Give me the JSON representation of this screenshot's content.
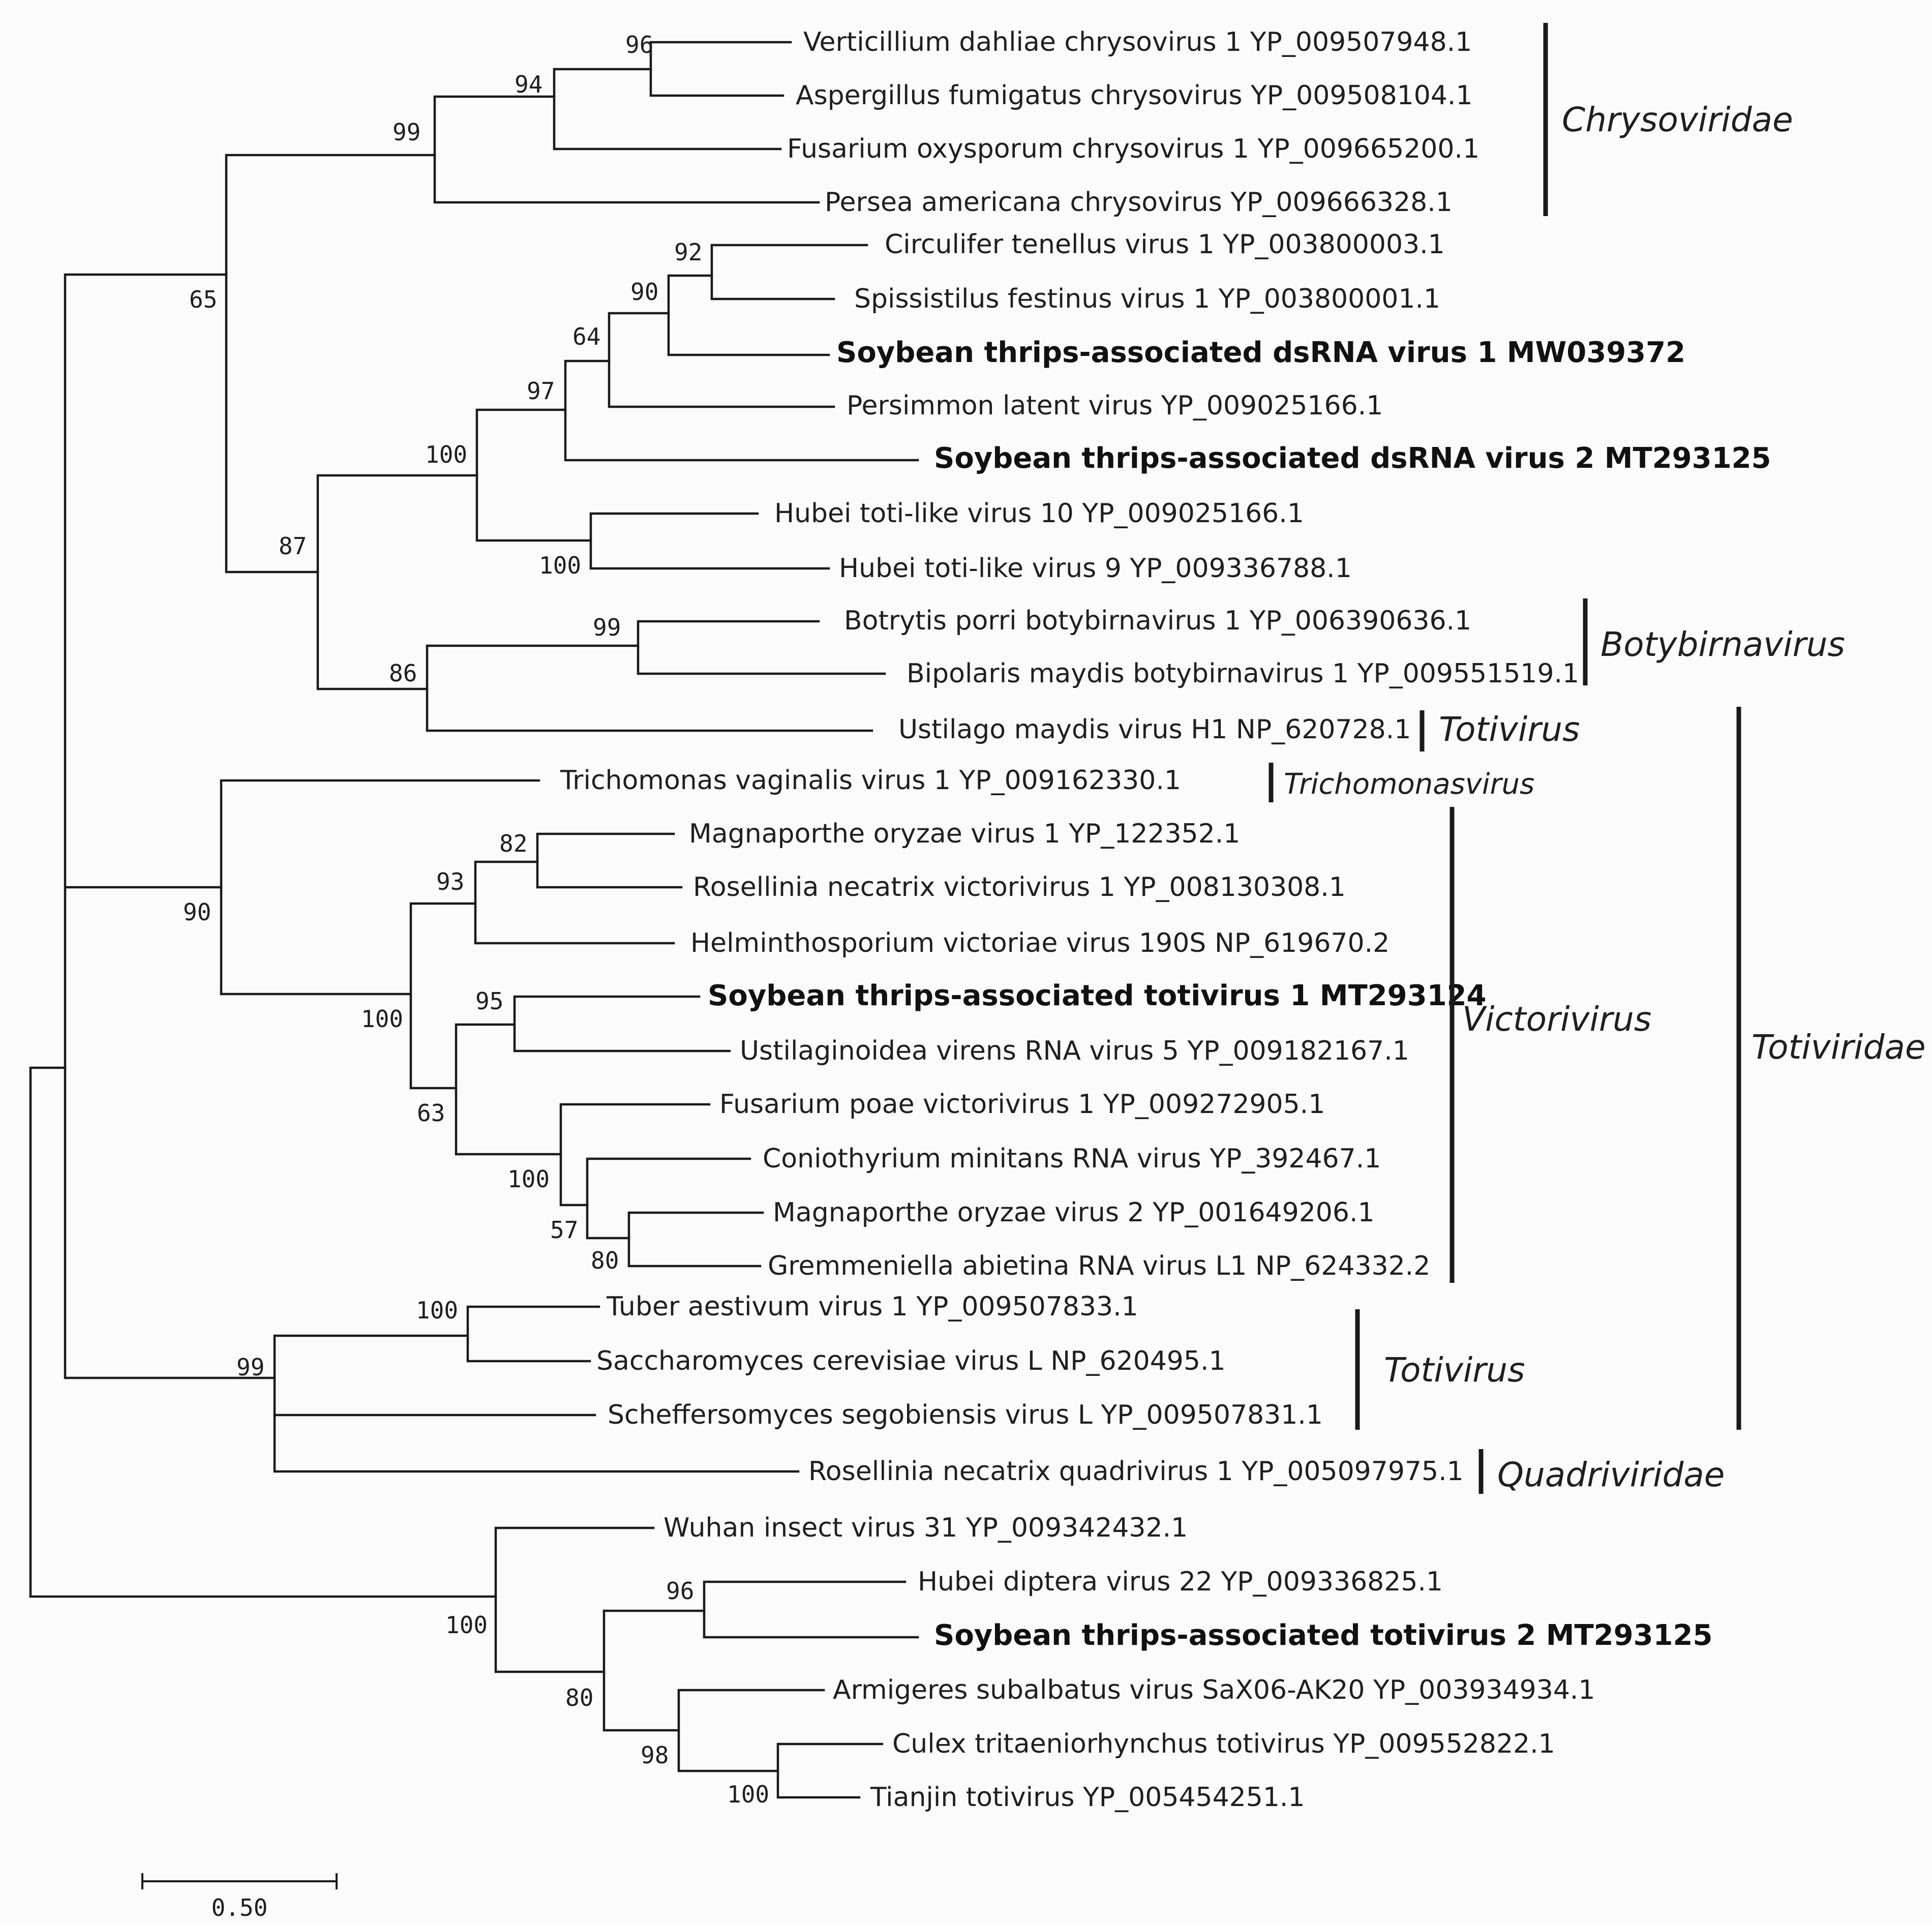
{
  "tree": {
    "taxa": {
      "t1": "Verticillium dahliae chrysovirus 1 YP_009507948.1",
      "t2": "Aspergillus fumigatus chrysovirus YP_009508104.1",
      "t3": "Fusarium oxysporum chrysovirus 1 YP_009665200.1",
      "t4": "Persea americana chrysovirus YP_009666328.1",
      "t5": "Circulifer tenellus virus 1 YP_003800003.1",
      "t6": "Spissistilus festinus virus 1 YP_003800001.1",
      "t7": "Soybean thrips-associated dsRNA virus 1 MW039372",
      "t8": "Persimmon latent virus YP_009025166.1",
      "t9": "Soybean thrips-associated dsRNA virus 2 MT293125",
      "t10": "Hubei toti-like virus 10 YP_009025166.1",
      "t11": "Hubei toti-like virus 9 YP_009336788.1",
      "t12": "Botrytis porri botybirnavirus 1 YP_006390636.1",
      "t13": "Bipolaris maydis botybirnavirus 1 YP_009551519.1",
      "t14": "Ustilago maydis virus H1 NP_620728.1",
      "t15": "Trichomonas vaginalis virus 1 YP_009162330.1",
      "t16": "Magnaporthe oryzae virus 1 YP_122352.1",
      "t17": "Rosellinia necatrix victorivirus 1 YP_008130308.1",
      "t18": "Helminthosporium victoriae virus 190S NP_619670.2",
      "t19": "Soybean thrips-associated totivirus 1 MT293124",
      "t20": "Ustilaginoidea virens RNA virus 5 YP_009182167.1",
      "t21": "Fusarium poae victorivirus 1 YP_009272905.1",
      "t22": "Coniothyrium minitans RNA virus YP_392467.1",
      "t23": "Magnaporthe oryzae virus 2 YP_001649206.1",
      "t24": "Gremmeniella abietina RNA virus L1 NP_624332.2",
      "t25": "Tuber aestivum virus 1 YP_009507833.1",
      "t26": "Saccharomyces cerevisiae virus L NP_620495.1",
      "t27": "Scheffersomyces segobiensis virus L YP_009507831.1",
      "t28": "Rosellinia necatrix quadrivirus 1 YP_005097975.1",
      "t29": "Wuhan insect virus 31 YP_009342432.1",
      "t30": "Hubei diptera virus 22 YP_009336825.1",
      "t31": "Soybean thrips-associated totivirus 2 MT293125",
      "t32": "Armigeres subalbatus virus SaX06-AK20 YP_003934934.1",
      "t33": "Culex tritaeniorhynchus totivirus YP_009552822.1",
      "t34": "Tianjin totivirus YP_005454251.1"
    },
    "highlighted_taxa": [
      "t7",
      "t9",
      "t19",
      "t31"
    ],
    "support": {
      "s96a": "96",
      "s94": "94",
      "s99a": "99",
      "s65": "65",
      "s92": "92",
      "s90a": "90",
      "s64": "64",
      "s97": "97",
      "s100a": "100",
      "s87": "87",
      "s100b": "100",
      "s99b": "99",
      "s86": "86",
      "s82": "82",
      "s93": "93",
      "s90b": "90",
      "s95": "95",
      "s100c": "100",
      "s63": "63",
      "s100d": "100",
      "s57": "57",
      "s80a": "80",
      "s100e": "100",
      "s99c": "99",
      "s100f": "100",
      "s96b": "96",
      "s80b": "80",
      "s98": "98",
      "s100g": "100"
    }
  },
  "groups": {
    "chrysoviridae": "Chrysoviridae",
    "botybirnavirus": "Botybirnavirus",
    "totivirus_a": "Totivirus",
    "trichomonasvirus": "Trichomonasvirus",
    "victorivirus": "Victorivirus",
    "totiviridae": "Totiviridae",
    "totivirus_b": "Totivirus",
    "quadriviridae": "Quadriviridae"
  },
  "scale_bar": {
    "label": "0.50",
    "value": 0.5
  }
}
